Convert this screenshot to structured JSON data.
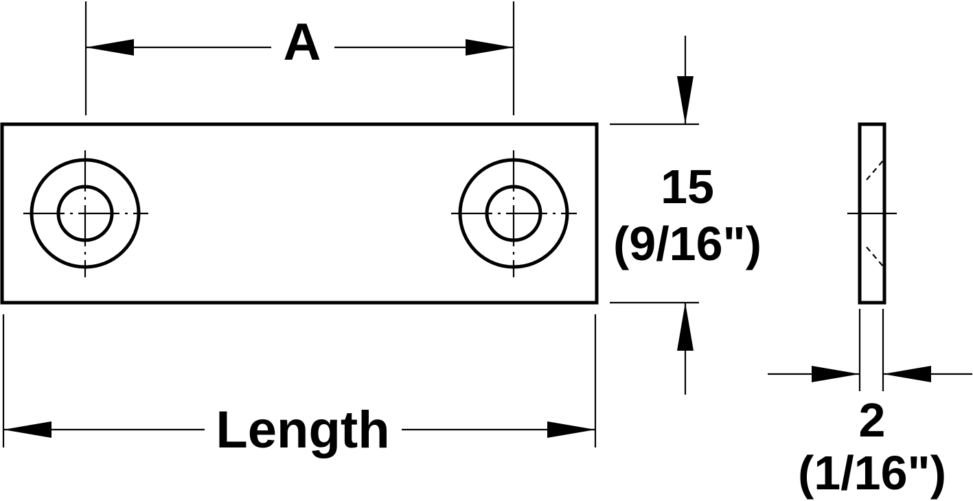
{
  "dimensions": {
    "hole_spacing_label": "A",
    "length_label": "Length",
    "width_metric": "15",
    "width_imperial": "(9/16\")",
    "thickness_metric": "2",
    "thickness_imperial": "(1/16\")"
  },
  "colors": {
    "line": "#000000",
    "background": "#ffffff"
  }
}
